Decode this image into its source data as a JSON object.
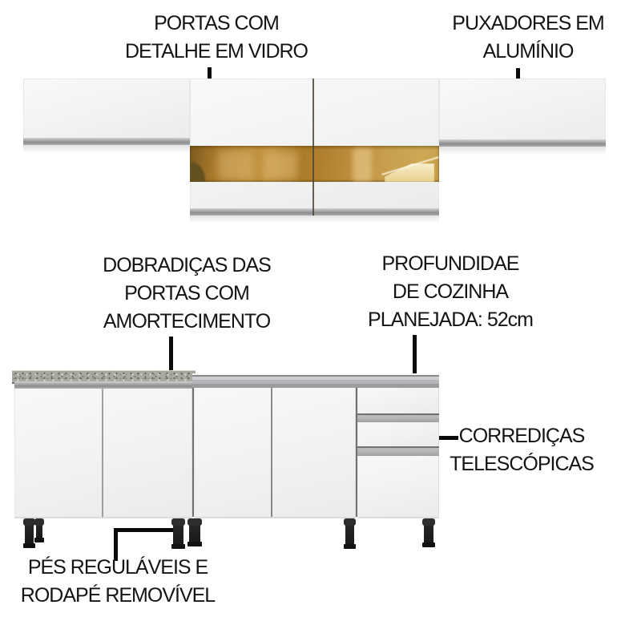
{
  "labels": {
    "glass_doors": {
      "line1": "PORTAS COM",
      "line2": "DETALHE EM VIDRO"
    },
    "handles": {
      "line1": "PUXADORES EM",
      "line2": "ALUMÍNIO"
    },
    "hinges": {
      "line1": "DOBRADIÇAS DAS",
      "line2": "PORTAS COM",
      "line3": "AMORTECIMENTO"
    },
    "depth": {
      "line1": "PROFUNDIDAE",
      "line2": "DE COZINHA",
      "line3": "PLANEJADA: 52cm"
    },
    "slides": {
      "line1": "CORREDIÇAS",
      "line2": "TELESCÓPICAS"
    },
    "feet": {
      "line1": "PÉS REGULÁVEIS E",
      "line2": "RODAPÉ REMOVÍVEL"
    }
  },
  "colors": {
    "background": "#ffffff",
    "label_text": "#141414",
    "pointer_line": "#0a0a0a",
    "cabinet_white": "#f2f3f3",
    "aluminum_profile": "#a7a9ab",
    "glass_amber": "#b08030",
    "glass_highlight": "#f8eecb",
    "granite_countertop": "#a9a9a0",
    "gray_countertop": "#b4b6b8",
    "leg_black": "#1e1e1e"
  }
}
